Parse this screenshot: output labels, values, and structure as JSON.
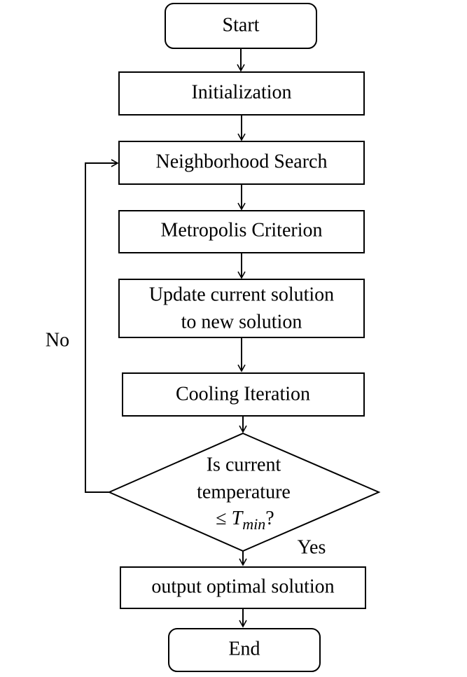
{
  "flowchart": {
    "start_label": "Start",
    "init_label": "Initialization",
    "neighborhood_label": "Neighborhood Search",
    "metropolis_label": "Metropolis Criterion",
    "update_line1": "Update current solution",
    "update_line2": "to new solution",
    "cooling_label": "Cooling Iteration",
    "decision_line1": "Is current",
    "decision_line2": "temperature",
    "decision_leq": "≤ ",
    "decision_T": "T",
    "decision_sub": "min",
    "decision_q": "?",
    "no_label": "No",
    "yes_label": "Yes",
    "output_label": "output optimal solution",
    "end_label": "End"
  },
  "colors": {
    "stroke": "#000000",
    "fill": "#ffffff"
  }
}
